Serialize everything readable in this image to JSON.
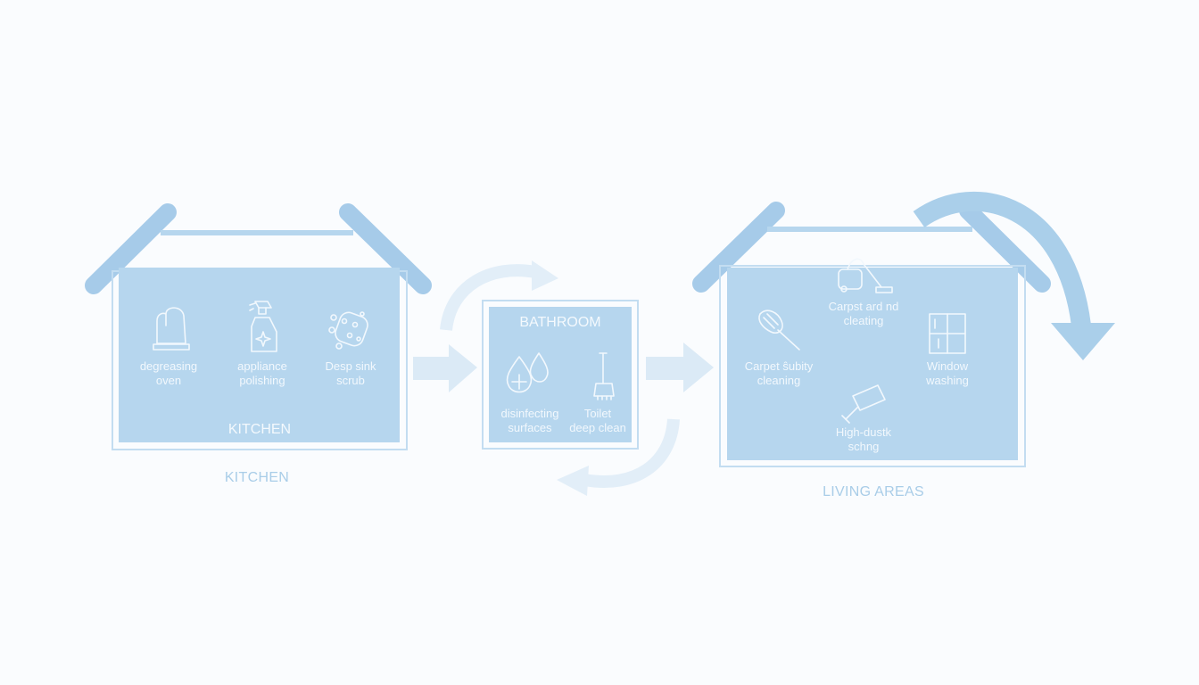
{
  "kitchen": {
    "title": "KITCHEN",
    "caption": "KITCHEN",
    "tasks": [
      {
        "label": "degreasing\noven",
        "icon": "oven-mitt-icon"
      },
      {
        "label": "appliance\npolishing",
        "icon": "spray-bottle-icon"
      },
      {
        "label": "Desp sink\nscrub",
        "icon": "sponge-icon"
      }
    ]
  },
  "bathroom": {
    "title": "BATHROOM",
    "tasks": [
      {
        "label": "disinfecting\nsurfaces",
        "icon": "water-drops-icon"
      },
      {
        "label": "Toilet\ndeep clean",
        "icon": "toilet-brush-icon"
      }
    ]
  },
  "living": {
    "caption": "LIVING AREAS",
    "tasks": [
      {
        "label": "Carpst ard nd\ncleating",
        "icon": "vacuum-icon"
      },
      {
        "label": "Carpet ŝubity\ncleaning",
        "icon": "duster-icon"
      },
      {
        "label": "Window\nwashing",
        "icon": "window-icon"
      },
      {
        "label": "High-dustk\nschng",
        "icon": "squeegee-icon"
      }
    ]
  },
  "colors": {
    "panel": "#b6d6ee",
    "roof": "#a6cbe9",
    "outline": "#c3ddf1",
    "arrow": "#dbeaf6",
    "curve_arrow": "#aacfea",
    "caption": "#a9cde8",
    "icon_stroke": "#f2f8fd"
  }
}
